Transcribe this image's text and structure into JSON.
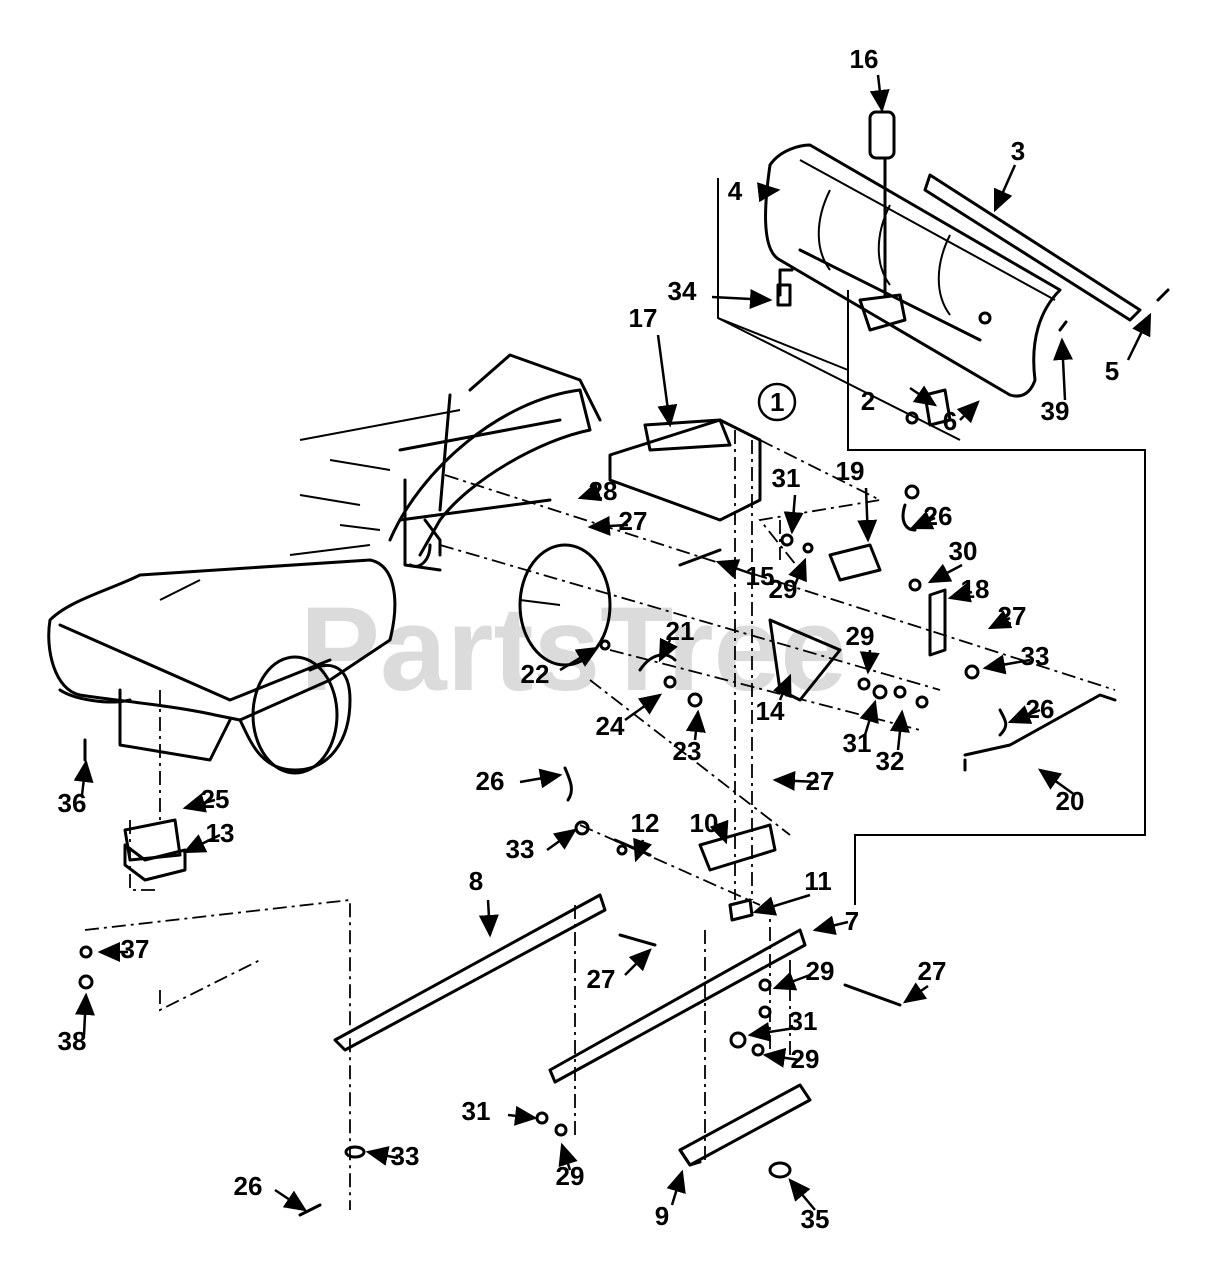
{
  "watermark": "PartsTree",
  "callout_number": "1",
  "labels": [
    "2",
    "3",
    "4",
    "5",
    "6",
    "7",
    "8",
    "9",
    "10",
    "11",
    "12",
    "13",
    "14",
    "15",
    "16",
    "17",
    "18",
    "19",
    "20",
    "21",
    "22",
    "23",
    "24",
    "25",
    "26",
    "26",
    "26",
    "26",
    "27",
    "27",
    "27",
    "27",
    "27",
    "28",
    "29",
    "29",
    "29",
    "29",
    "29",
    "30",
    "31",
    "31",
    "31",
    "31",
    "32",
    "33",
    "33",
    "33",
    "34",
    "35",
    "36",
    "37",
    "38",
    "39"
  ]
}
